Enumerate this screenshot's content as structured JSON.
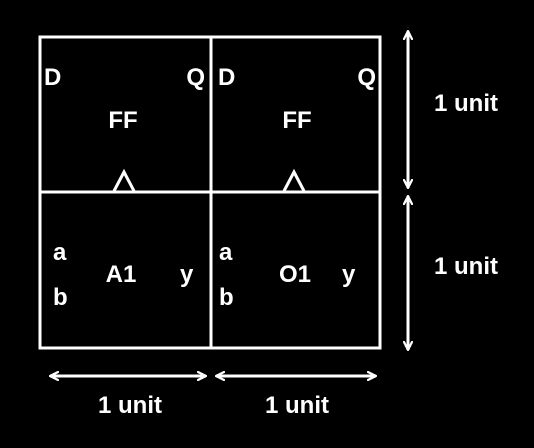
{
  "colors": {
    "background": "#000000",
    "foreground": "#ffffff"
  },
  "cells": {
    "ff_left": {
      "input_pin": "D",
      "output_pin": "Q",
      "label": "FF"
    },
    "ff_right": {
      "input_pin": "D",
      "output_pin": "Q",
      "label": "FF"
    },
    "and_gate": {
      "input_a": "a",
      "input_b": "b",
      "label": "A1",
      "output": "y"
    },
    "or_gate": {
      "input_a": "a",
      "input_b": "b",
      "label": "O1",
      "output": "y"
    }
  },
  "dimensions": {
    "top_row_height": "1 unit",
    "bottom_row_height": "1 unit",
    "left_column_width": "1 unit",
    "right_column_width": "1 unit"
  }
}
